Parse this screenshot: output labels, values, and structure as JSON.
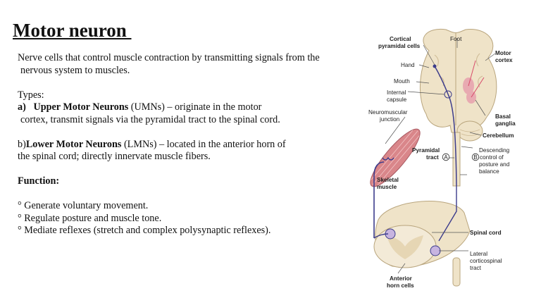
{
  "title": "Motor neuron ",
  "intro": {
    "line1": "Nerve cells that control muscle contraction by transmitting signals from the",
    "line2": "nervous system to muscles."
  },
  "types": {
    "heading": "Types:",
    "a_prefix": "a)",
    "a_term": "Upper Motor Neurons",
    "a_rest": " (UMNs) – originate in the motor",
    "a_line2": "cortex, transmit signals via the pyramidal tract to the spinal cord.",
    "b_prefix": "b)",
    "b_term": "Lower Motor Neurons",
    "b_rest": " (LMNs) – located in the anterior horn of",
    "b_line2": "the spinal cord; directly innervate muscle fibers."
  },
  "function": {
    "heading": "Function:",
    "items": [
      "° Generate voluntary movement.",
      "° Regulate posture and muscle tone.",
      "° Mediate reflexes (stretch and complex polysynaptic reflexes)."
    ]
  },
  "figure": {
    "labels": {
      "cortical_1": "Cortical",
      "cortical_2": "pyramidal cells",
      "foot": "Foot",
      "motor_1": "Motor",
      "motor_2": "cortex",
      "hand": "Hand",
      "mouth": "Mouth",
      "internal_1": "Internal",
      "internal_2": "capsule",
      "nmj_1": "Neuromuscular",
      "nmj_2": "junction",
      "basal_1": "Basal",
      "basal_2": "ganglia",
      "cerebellum": "Cerebellum",
      "pyramidal_1": "Pyramidal",
      "pyramidal_2": "tract",
      "marker_a": "A",
      "marker_b": "B",
      "desc_1": "Descending",
      "desc_2": "control of",
      "desc_3": "posture and",
      "desc_4": "balance",
      "skeletal_1": "Skeletal",
      "skeletal_2": "muscle",
      "spinal_cord": "Spinal cord",
      "lateral_1": "Lateral",
      "lateral_2": "corticospinal",
      "lateral_3": "tract",
      "anterior_1": "Anterior",
      "anterior_2": "horn cells"
    }
  },
  "colors": {
    "tissue": "#efe3c8",
    "tissue_edge": "#b9a57d",
    "pathway": "#3c3c8c",
    "muscle": "#d9868a",
    "nucleus": "#c7b4e0",
    "pink": "#e8aab1"
  }
}
